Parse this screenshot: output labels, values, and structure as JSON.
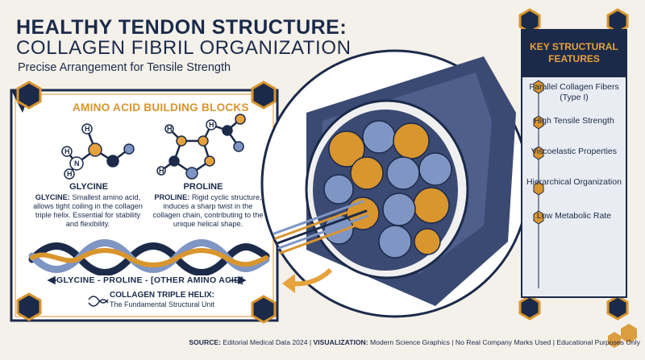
{
  "title": {
    "line1": "HEALTHY TENDON STRUCTURE:",
    "line2": "COLLAGEN FIBRIL ORGANIZATION",
    "subtitle": "Precise Arrangement for Tensile Strength"
  },
  "amino_panel": {
    "title": "AMINO ACID BUILDING BLOCKS",
    "glycine": {
      "name": "GLYCINE",
      "desc_label": "GLYCINE:",
      "desc": "Smallest amino acid, allows tight coiling in the collagen triple helix. Essential for stability and flexibility."
    },
    "proline": {
      "name": "PROLINE",
      "desc_label": "PROLINE:",
      "desc": "Rigid cyclic structure, induces a sharp twist in the collagen chain, contributing to the unique helical shape."
    },
    "sequence": "GLYCINE - PROLINE - [OTHER AMINO ACID]",
    "helix_title": "COLLAGEN TRIPLE HELIX:",
    "helix_subtitle": "The Fundamental Structural Unit",
    "atom_labels": {
      "h": "H",
      "n": "N"
    }
  },
  "features_panel": {
    "title": "KEY STRUCTURAL FEATURES",
    "items": [
      "Parallel Collagen Fibers (Type I)",
      "High Tensile Strength",
      "Viscoelastic Properties",
      "Hierarchical Organization",
      "Low Metabolic Rate"
    ]
  },
  "footer": {
    "source_label": "SOURCE:",
    "source": "Editorial Medical Data 2024",
    "vis_label": "VISUALIZATION:",
    "vis": "Modern Science Graphics | No Real Company Marks Used | Educational Purposes Only"
  },
  "colors": {
    "navy": "#1c2a4a",
    "gold": "#d9952e",
    "blue": "#7f96c4",
    "background": "#f4f1ea"
  }
}
